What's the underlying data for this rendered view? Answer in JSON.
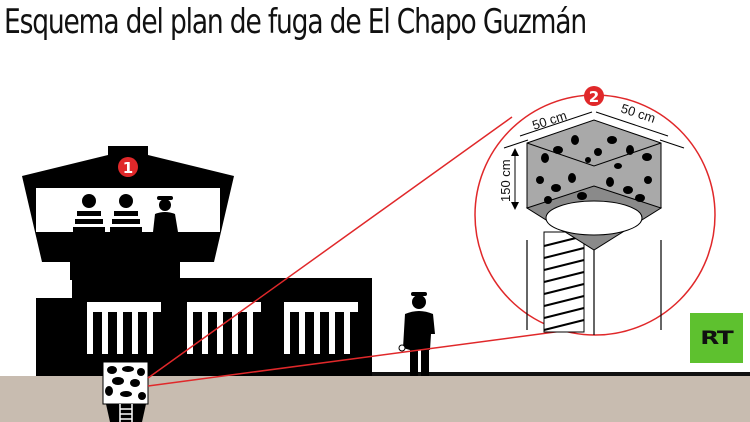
{
  "title": "Esquema del plan de fuga de El Chapo Guzmán",
  "markers": [
    {
      "number": "1",
      "meaning": "watchtower"
    },
    {
      "number": "2",
      "meaning": "tunnel-shaft-detail"
    }
  ],
  "dimensions": {
    "width_left": "50 cm",
    "width_right": "50 cm",
    "height": "150 cm"
  },
  "logo": {
    "text": "RT",
    "color": "#5ec12f"
  },
  "colors": {
    "accent_red": "#e0282a",
    "ground": "#c8bcb0",
    "building": "#000000",
    "concrete_gray": "#a9a9a9"
  }
}
